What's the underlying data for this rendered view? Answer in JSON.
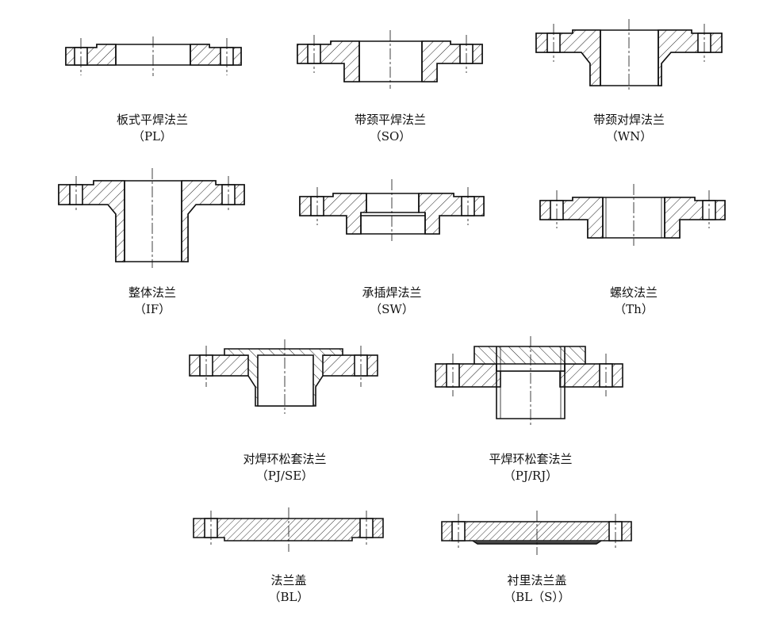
{
  "flanges": [
    {
      "id": "pl",
      "name": "板式平焊法兰",
      "code": "（PL）"
    },
    {
      "id": "so",
      "name": "带颈平焊法兰",
      "code": "（SO）"
    },
    {
      "id": "wn",
      "name": "带颈对焊法兰",
      "code": "（WN）"
    },
    {
      "id": "if",
      "name": "整体法兰",
      "code": "（IF）"
    },
    {
      "id": "sw",
      "name": "承插焊法兰",
      "code": "（SW）"
    },
    {
      "id": "th",
      "name": "螺纹法兰",
      "code": "（Th）"
    },
    {
      "id": "pjse",
      "name": "对焊环松套法兰",
      "code": "（PJ/SE）"
    },
    {
      "id": "pjrj",
      "name": "平焊环松套法兰",
      "code": "（PJ/RJ）"
    },
    {
      "id": "bl",
      "name": "法兰盖",
      "code": "（BL）"
    },
    {
      "id": "bls",
      "name": "衬里法兰盖",
      "code": "（BL（S））"
    }
  ]
}
